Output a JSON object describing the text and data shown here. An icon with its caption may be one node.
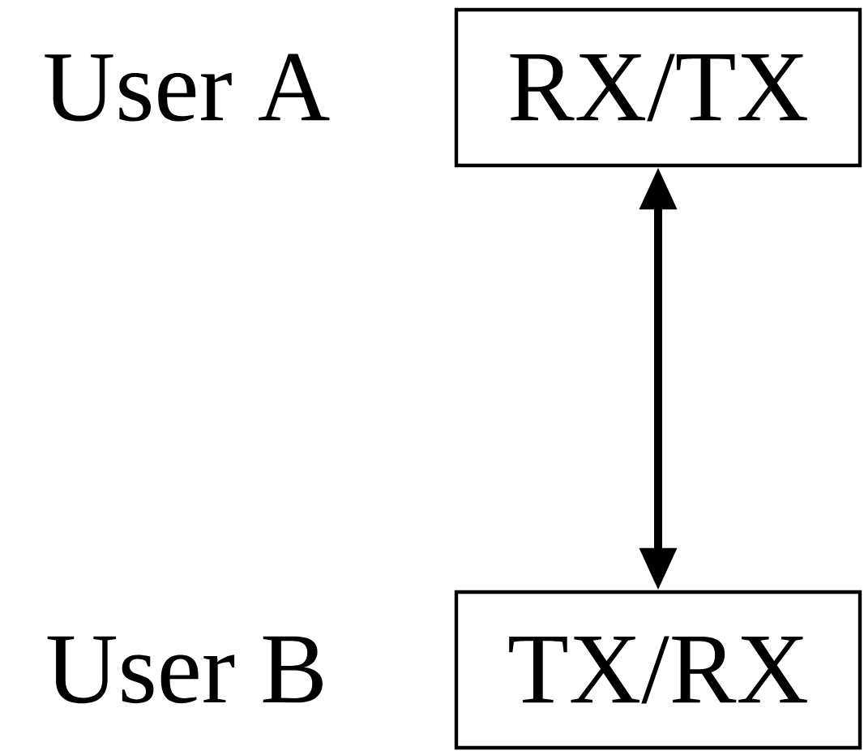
{
  "diagram": {
    "nodes": [
      {
        "text": [
          "RX/TX"
        ],
        "beside": [
          "User A"
        ]
      },
      {
        "text": [
          "TX/RX"
        ],
        "beside": [
          "User B"
        ]
      }
    ],
    "edges": [
      {
        "from": 0,
        "to": 1,
        "arrow": "both"
      }
    ]
  }
}
